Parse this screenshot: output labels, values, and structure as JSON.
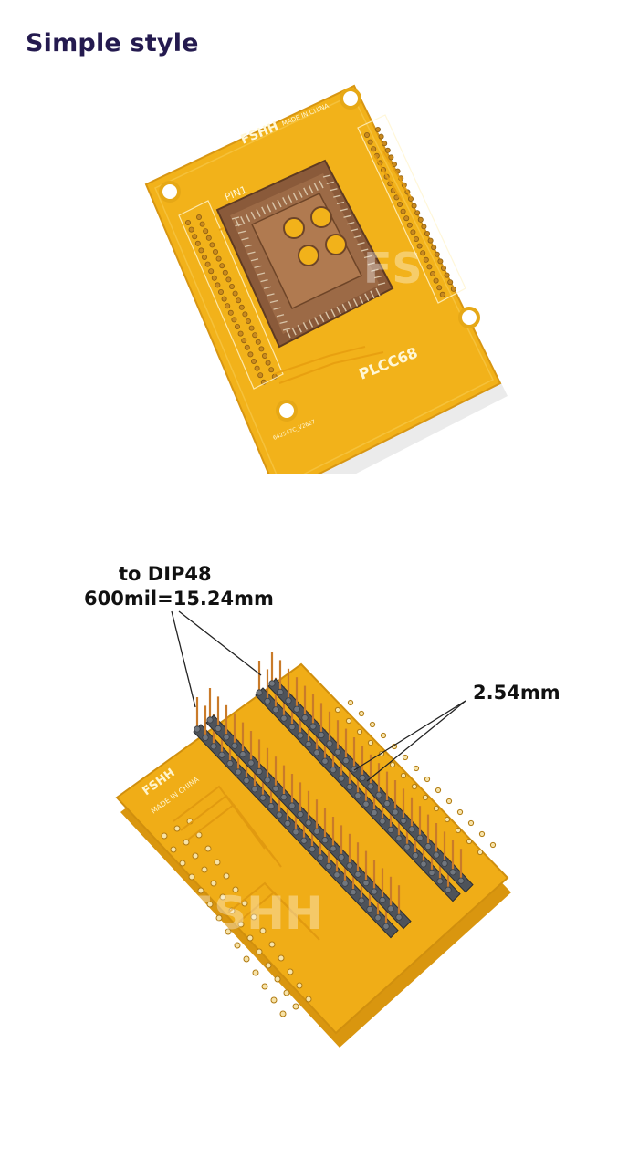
{
  "page": {
    "heading": "Simple style"
  },
  "top_board": {
    "brand": "FSHH",
    "made_in": "MADE IN CHINA",
    "pin1_label": "PIN1",
    "model": "PLCC68",
    "watermark": "FS",
    "part_no": "642547C_V2627",
    "socket_color": "#8a5a3a",
    "pcb_color": "#f2b21a"
  },
  "bottom_board": {
    "brand": "FSHH",
    "made_in": "MADE IN CHINA",
    "watermark": "FSHH",
    "pin_color": "#c97b2a",
    "header_color": "#5a5f66"
  },
  "callouts": {
    "dip_line1": "to DIP48",
    "dip_line2": "600mil=15.24mm",
    "pitch": "2.54mm"
  }
}
